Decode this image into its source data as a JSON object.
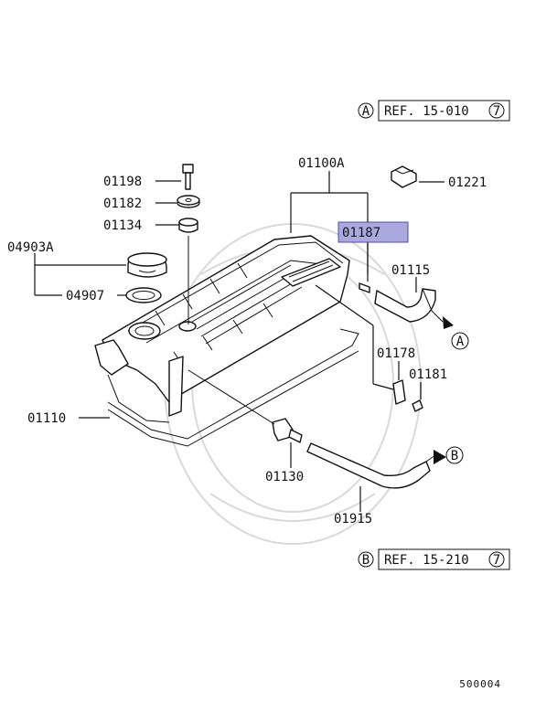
{
  "references": [
    {
      "letter": "A",
      "text": "REF. 15-010",
      "num": "7"
    },
    {
      "letter": "B",
      "text": "REF. 15-210",
      "num": "7"
    }
  ],
  "parts": {
    "p01100A": "01100A",
    "p01221": "01221",
    "p01198": "01198",
    "p01182": "01182",
    "p01134": "01134",
    "p04903A": "04903A",
    "p04907": "04907",
    "p01187": "01187",
    "p01115": "01115",
    "p01178": "01178",
    "p01181": "01181",
    "p01110": "01110",
    "p01130": "01130",
    "p01915": "01915"
  },
  "arrow_markers": {
    "a": "A",
    "b": "B"
  },
  "figure_number": "500004",
  "colors": {
    "highlight": "#a9a9e0",
    "highlight_border": "#5050a0",
    "ink": "#111111"
  }
}
